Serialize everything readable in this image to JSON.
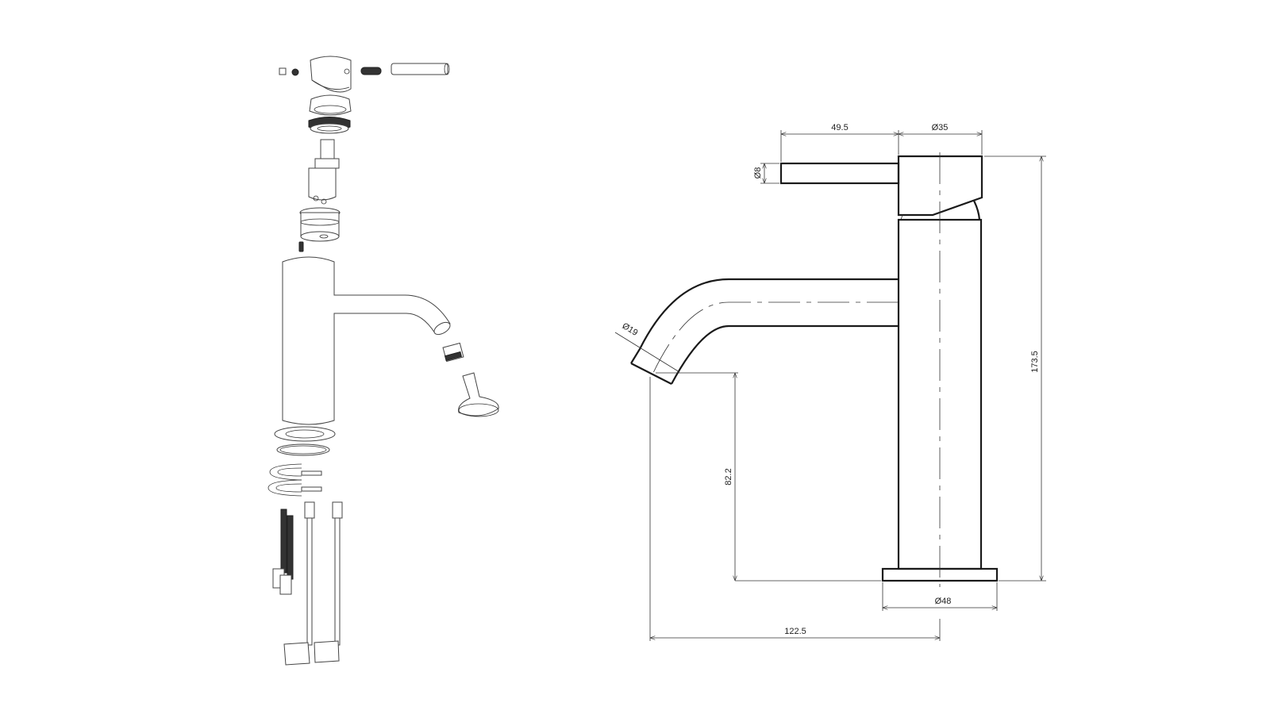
{
  "drawing": {
    "dimensions": {
      "lever_length": "49.5",
      "handle_diameter": "Ø35",
      "lever_diameter": "Ø8",
      "spout_diameter": "Ø19",
      "total_height": "173.5",
      "spout_height": "82.2",
      "base_diameter": "Ø48",
      "spout_reach": "122.5"
    },
    "colors": {
      "line": "#1a1a1a",
      "background": "#ffffff"
    }
  }
}
